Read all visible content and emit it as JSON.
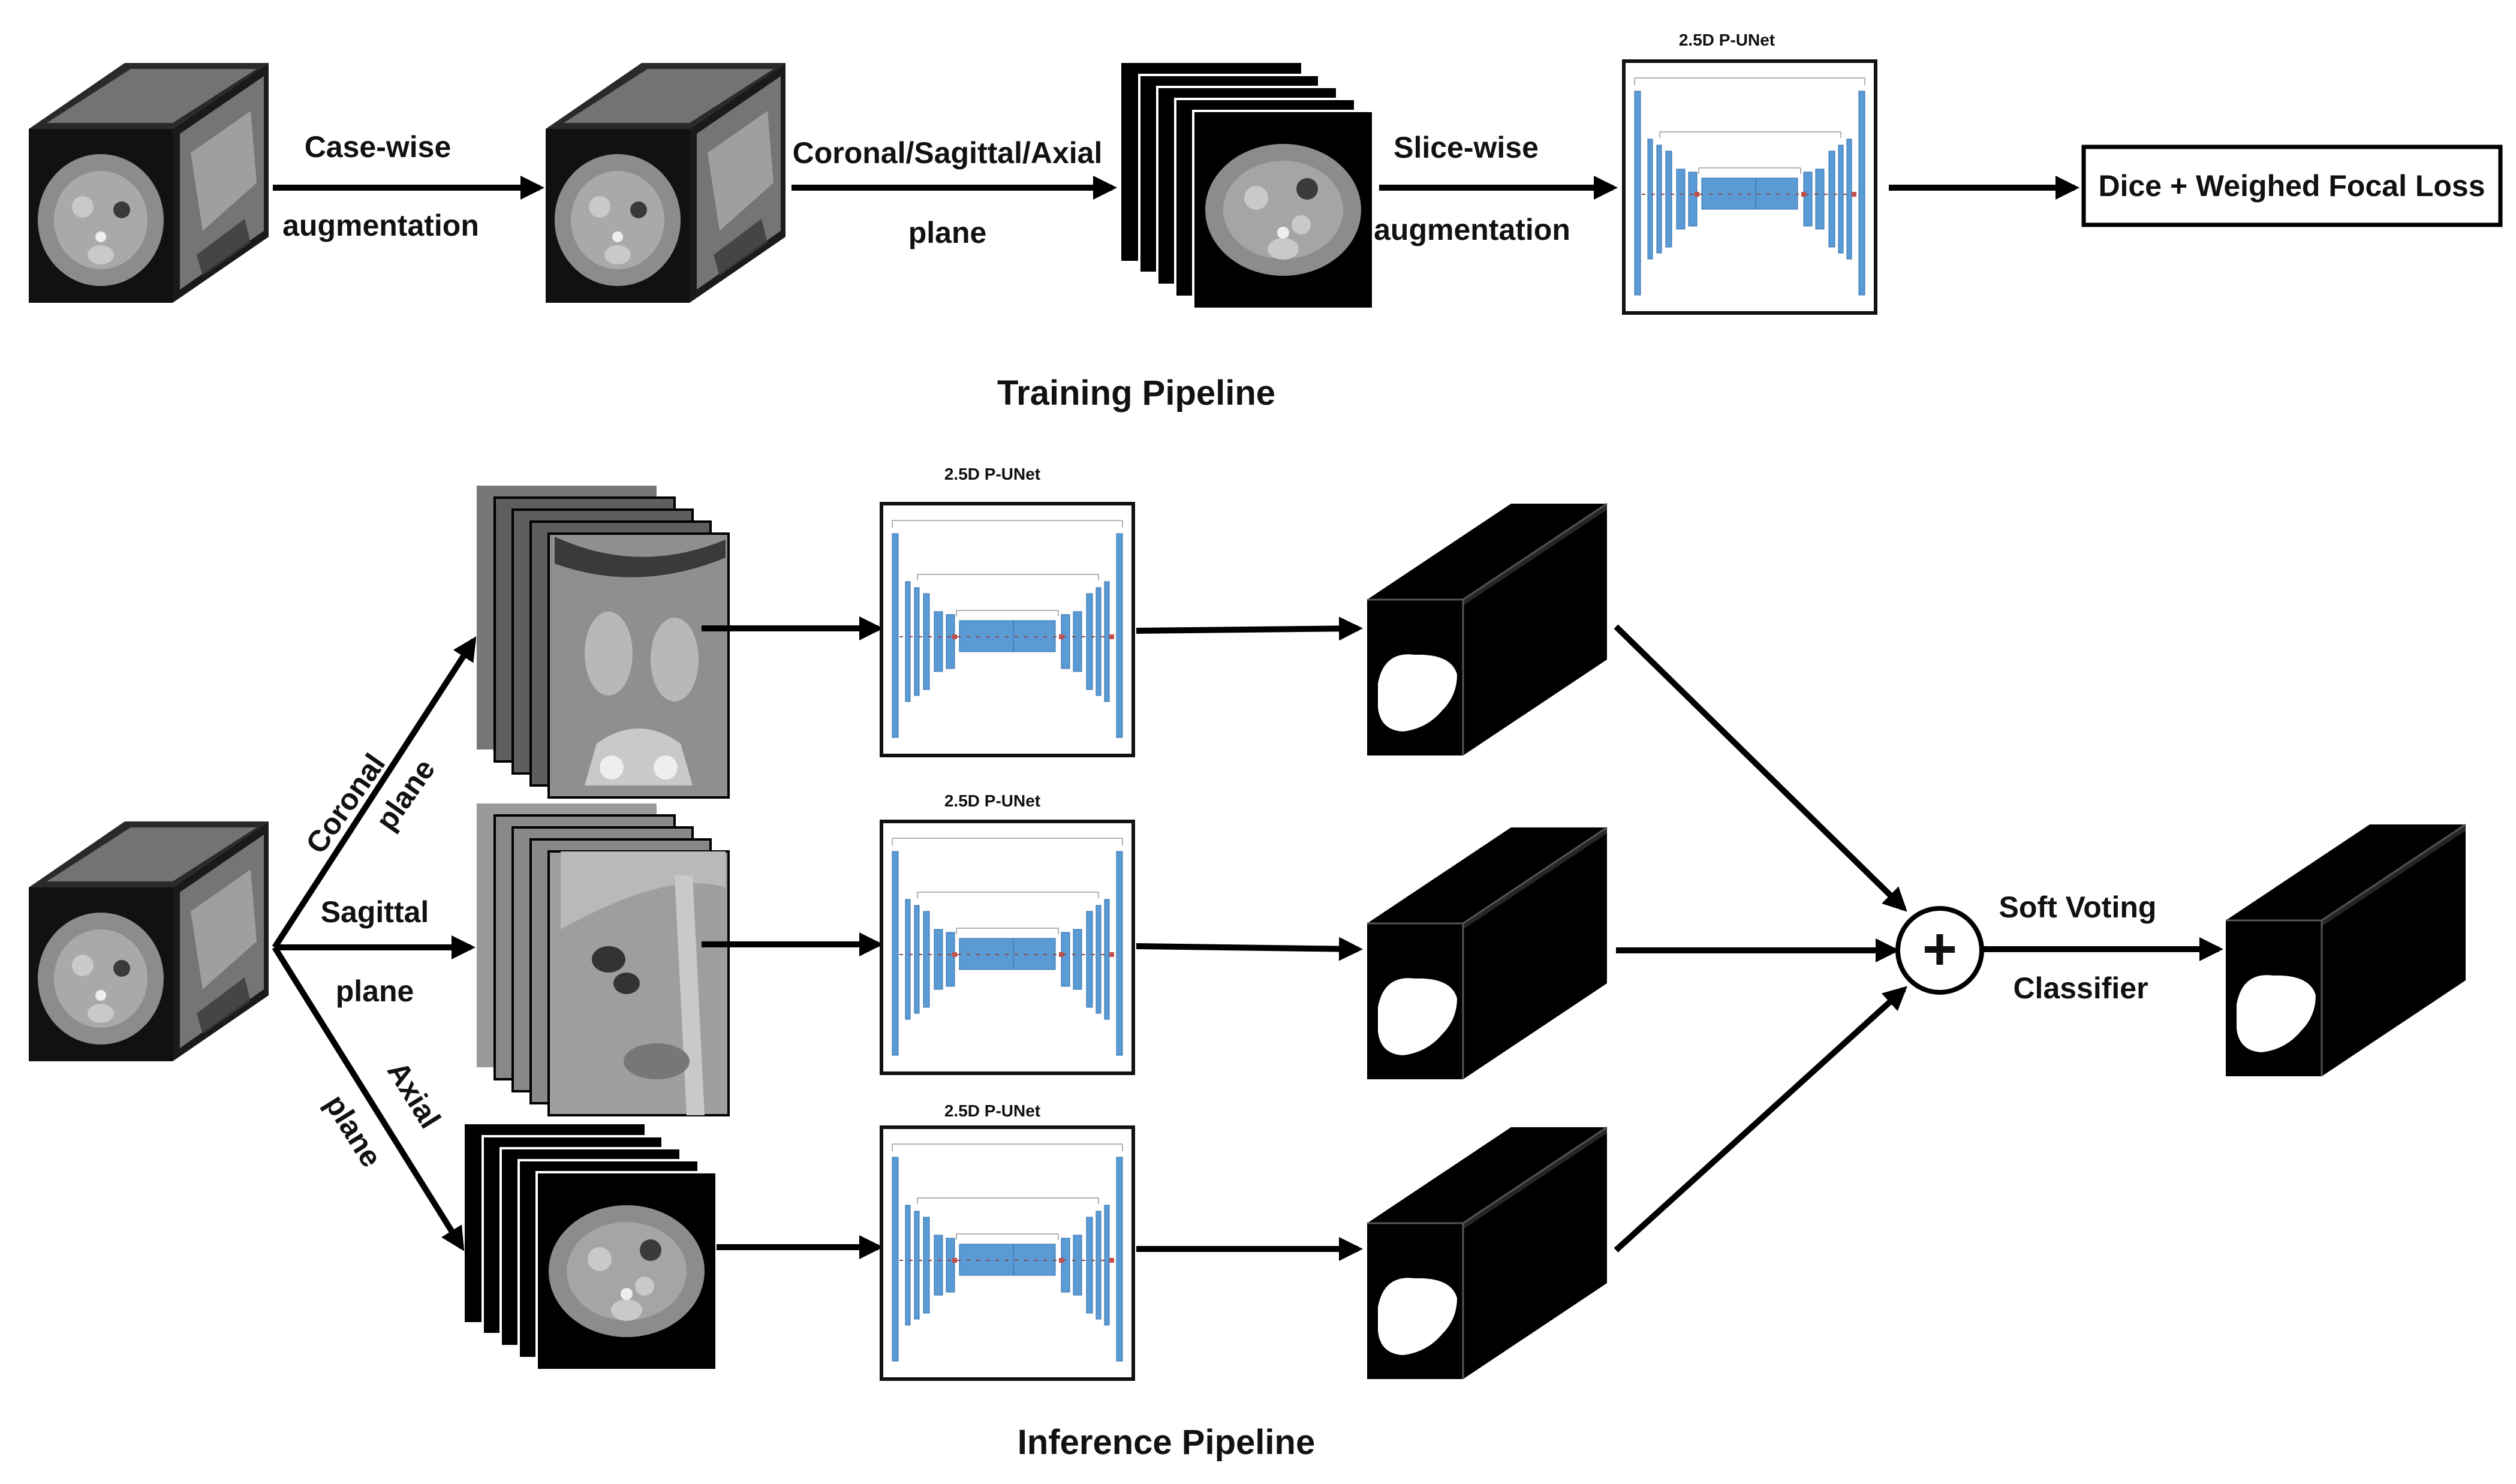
{
  "colors": {
    "unet_block": "#5b9bd5",
    "unet_link": "#c0504d",
    "tissue": "#8c8c8c",
    "background": "#ffffff",
    "ink": "#000000"
  },
  "training": {
    "title": "Training Pipeline",
    "step1_label_line1": "Case-wise",
    "step1_label_line2": "augmentation",
    "step2_label_line1": "Coronal/Sagittal/Axial",
    "step2_label_line2": "plane",
    "step3_label_line1": "Slice-wise",
    "step3_label_line2": "augmentation",
    "model_title": "2.5D P-UNet",
    "loss_box": "Dice + Weighed Focal Loss"
  },
  "inference": {
    "title": "Inference Pipeline",
    "branches": [
      {
        "plane_line1": "Coronal",
        "plane_line2": "plane",
        "model_title": "2.5D P-UNet"
      },
      {
        "plane_line1": "Sagittal",
        "plane_line2": "plane",
        "model_title": "2.5D P-UNet"
      },
      {
        "plane_line1": "Axial",
        "plane_line2": "plane",
        "model_title": "2.5D P-UNet"
      }
    ],
    "ensemble_symbol": "+",
    "ensemble_label_line1": "Soft Voting",
    "ensemble_label_line2": "Classifier"
  }
}
